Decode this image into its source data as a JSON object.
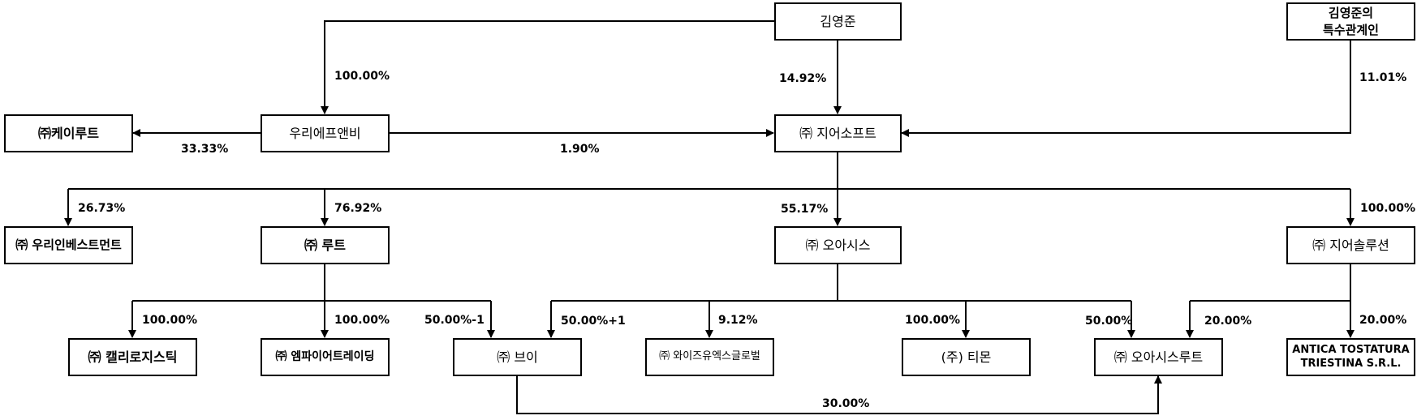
{
  "diagram": {
    "type": "ownership-structure",
    "colors": {
      "line": "#000000",
      "box_border": "#000000",
      "background": "#ffffff",
      "text": "#000000"
    },
    "nodes": {
      "kim": {
        "label": "김영준"
      },
      "kim_related": {
        "line1": "김영준의",
        "line2": "특수관계인"
      },
      "keiroot": {
        "label": "㈜케이루트"
      },
      "woorifnb": {
        "label": "우리에프앤비"
      },
      "jiersoft": {
        "label": "㈜ 지어소프트"
      },
      "wooriinvest": {
        "label": "㈜ 우리인베스트먼트"
      },
      "root": {
        "label": "㈜ 루트"
      },
      "oasis": {
        "label": "㈜ 오아시스"
      },
      "jiersolution": {
        "label": "㈜ 지어솔루션"
      },
      "callylogistic": {
        "label": "㈜ 캘리로지스틱"
      },
      "empiretrading": {
        "label": "㈜ 엠파이어트레이딩"
      },
      "v": {
        "label": "㈜ 브이"
      },
      "wiseux": {
        "label": "㈜ 와이즈유엑스글로벌"
      },
      "tmon": {
        "label": "(주) 티몬"
      },
      "oasisroot": {
        "label": "㈜ 오아시스루트"
      },
      "antica": {
        "line1": "ANTICA TOSTATURA",
        "line2": "TRIESTINA S.R.L."
      }
    },
    "edges": [
      {
        "from": "kim",
        "to": "woorifnb",
        "label": "100.00%"
      },
      {
        "from": "kim",
        "to": "jiersoft",
        "label": "14.92%"
      },
      {
        "from": "kim_related",
        "to": "jiersoft",
        "label": "11.01%"
      },
      {
        "from": "woorifnb",
        "to": "keiroot",
        "label": "33.33%"
      },
      {
        "from": "woorifnb",
        "to": "jiersoft",
        "label": "1.90%"
      },
      {
        "from": "jiersoft",
        "to": "wooriinvest",
        "label": "26.73%"
      },
      {
        "from": "jiersoft",
        "to": "root",
        "label": "76.92%"
      },
      {
        "from": "jiersoft",
        "to": "oasis",
        "label": "55.17%"
      },
      {
        "from": "jiersoft",
        "to": "jiersolution",
        "label": "100.00%"
      },
      {
        "from": "root",
        "to": "callylogistic",
        "label": "100.00%"
      },
      {
        "from": "root",
        "to": "empiretrading",
        "label": "100.00%"
      },
      {
        "from": "root",
        "to": "v",
        "label": "50.00%-1"
      },
      {
        "from": "oasis",
        "to": "v",
        "label": "50.00%+1"
      },
      {
        "from": "oasis",
        "to": "wiseux",
        "label": "9.12%"
      },
      {
        "from": "oasis",
        "to": "tmon",
        "label": "100.00%"
      },
      {
        "from": "oasis",
        "to": "oasisroot",
        "label": "50.00%"
      },
      {
        "from": "jiersolution",
        "to": "oasisroot",
        "label": "20.00%"
      },
      {
        "from": "jiersolution",
        "to": "antica",
        "label": "20.00%"
      },
      {
        "from": "v",
        "to": "oasisroot",
        "label": "30.00%"
      }
    ]
  }
}
